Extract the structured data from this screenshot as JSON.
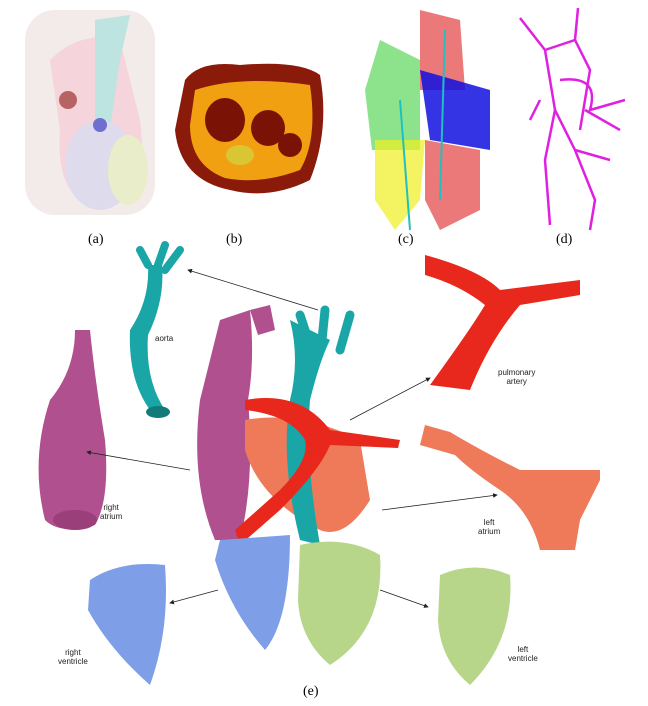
{
  "captions": {
    "a": "(a)",
    "b": "(b)",
    "c": "(c)",
    "d": "(d)",
    "e": "(e)"
  },
  "labels": {
    "aorta": "aorta",
    "pulmonary_artery": [
      "pulmonary",
      "artery"
    ],
    "right_atrium": [
      "right",
      "atrium"
    ],
    "left_atrium": [
      "left",
      "atrium"
    ],
    "right_ventricle": [
      "right",
      "ventricle"
    ],
    "left_ventricle": [
      "left",
      "ventricle"
    ]
  },
  "colors": {
    "aorta": "#1aa6a6",
    "pulmonary_artery": "#e8281c",
    "right_atrium": "#b0508e",
    "left_atrium": "#ee7a5a",
    "right_ventricle": "#7f9ee8",
    "left_ventricle": "#b7d68a",
    "vessel_tree": "#e020e0"
  }
}
